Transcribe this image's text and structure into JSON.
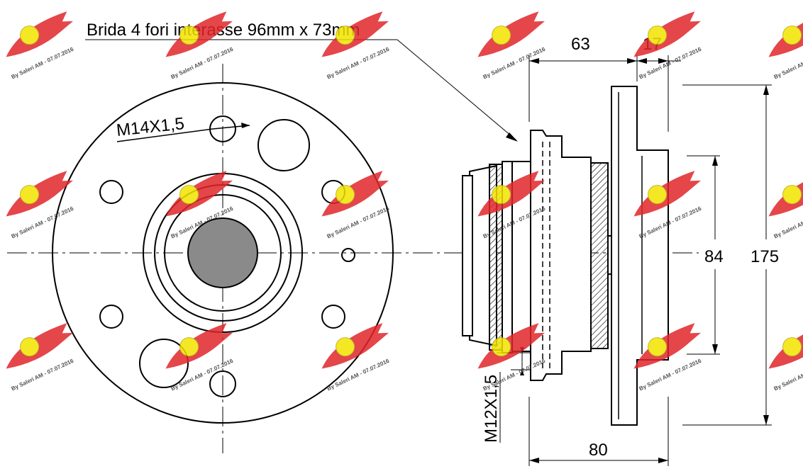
{
  "title": "Brida 4 fori interasse 96mm x 73mm",
  "labels": {
    "front_thread": "M14X1,5",
    "side_thread": "M12X1,5"
  },
  "dimensions": {
    "d63": "63",
    "d17": "17",
    "d84": "84",
    "d175": "175",
    "d80": "80"
  },
  "watermark": {
    "text": "By Saleri AM - 07.07.2016",
    "logo_color": "#e0262b",
    "badge_color": "#f3e400"
  }
}
